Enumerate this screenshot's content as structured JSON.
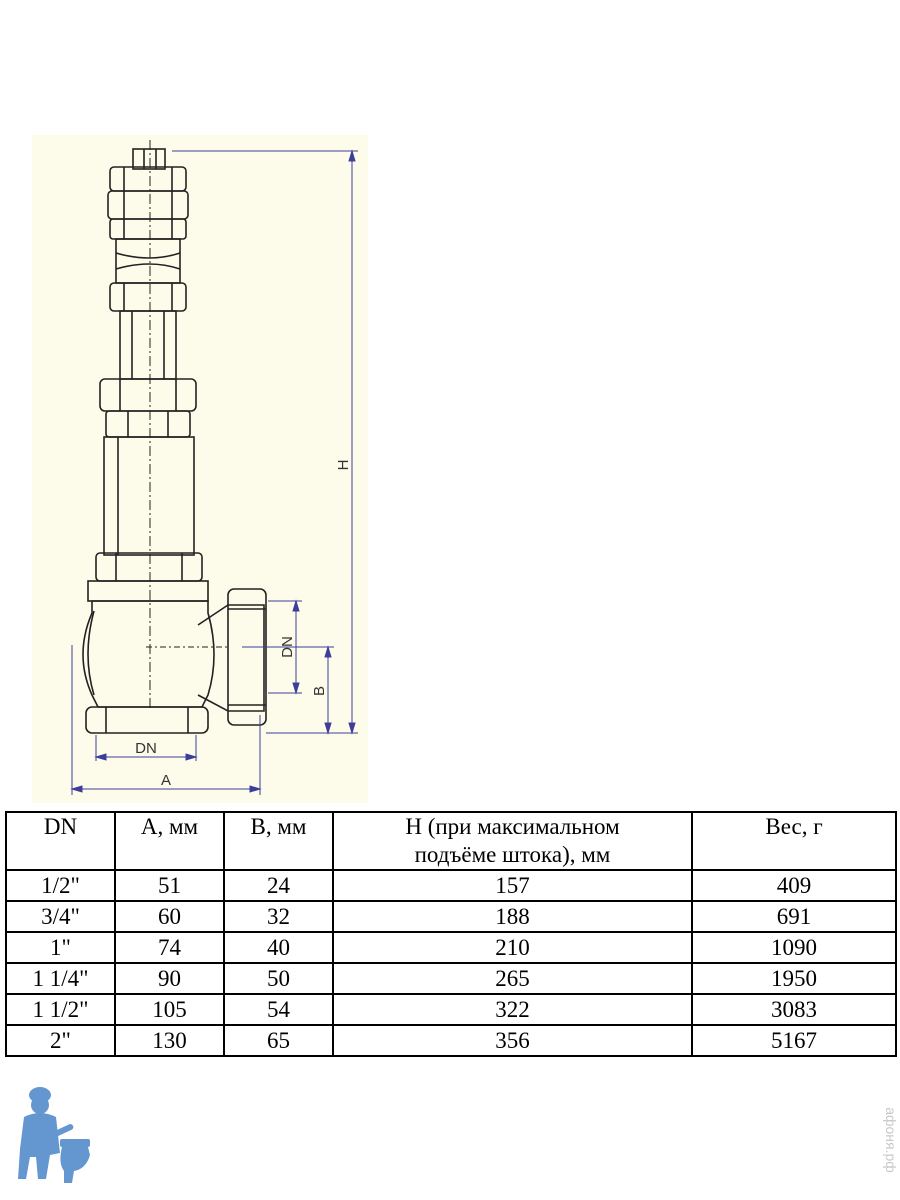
{
  "drawing": {
    "labels": {
      "h": "H",
      "dn_side": "DN",
      "b": "B",
      "dn_bottom": "DN",
      "a": "A"
    },
    "colors": {
      "background": "#fdfbea",
      "line": "#222222",
      "dim": "#3d3d9a"
    }
  },
  "table": {
    "headers": {
      "dn": "DN",
      "a": "A, мм",
      "b": "B, мм",
      "h_line1": "H (при максимальном",
      "h_line2": "подъёме штока), мм",
      "weight": "Вес, г"
    },
    "rows": [
      {
        "dn": "1/2\"",
        "a": "51",
        "b": "24",
        "h": "157",
        "weight": "409"
      },
      {
        "dn": "3/4\"",
        "a": "60",
        "b": "32",
        "h": "188",
        "weight": "691"
      },
      {
        "dn": "1\"",
        "a": "74",
        "b": "40",
        "h": "210",
        "weight": "1090"
      },
      {
        "dn": "1 1/4\"",
        "a": "90",
        "b": "50",
        "h": "265",
        "weight": "1950"
      },
      {
        "dn": "1 1/2\"",
        "a": "105",
        "b": "54",
        "h": "322",
        "weight": "3083"
      },
      {
        "dn": "2\"",
        "a": "130",
        "b": "65",
        "h": "356",
        "weight": "5167"
      }
    ]
  },
  "watermark": {
    "text": "афоня.рф",
    "color": "#c8c8c8"
  },
  "logo": {
    "icon": "plumber-icon",
    "color": "#4a86c8"
  }
}
